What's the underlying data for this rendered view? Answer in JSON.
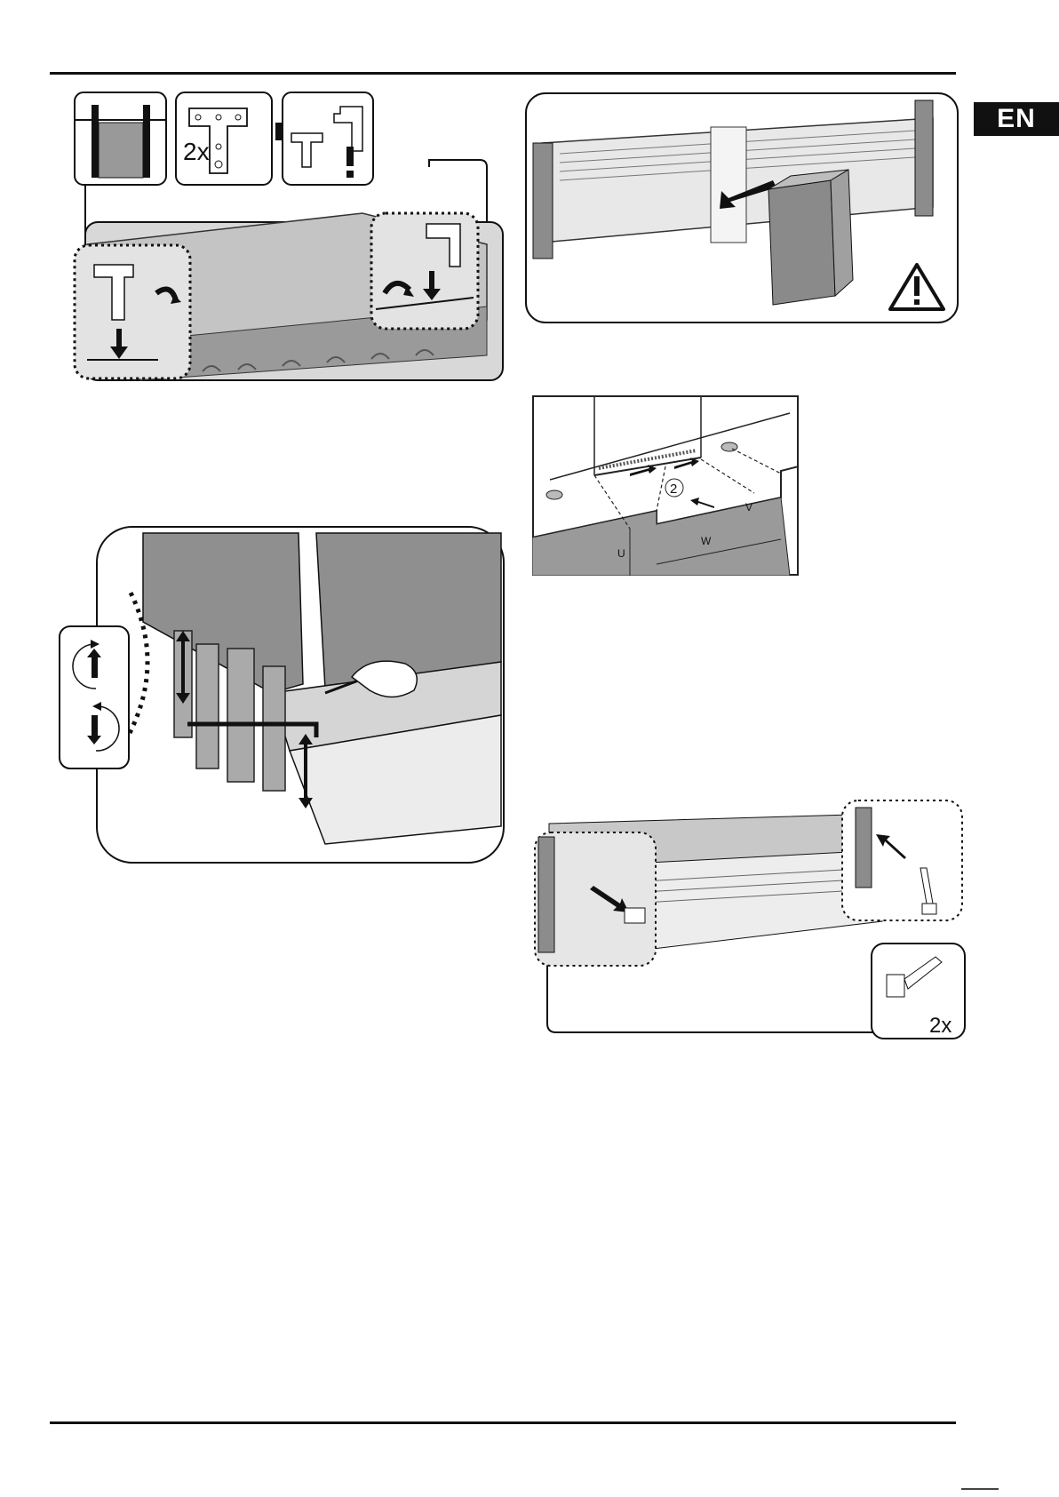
{
  "language_tab": "EN",
  "figure_top_left": {
    "count_label": "2x",
    "warning_mark": "!"
  },
  "figure_plinth": {
    "label_circle": "2",
    "dim_u": "U",
    "dim_v": "V",
    "dim_w": "W"
  },
  "figure_clips": {
    "count_label": "2x"
  },
  "colors": {
    "ink": "#111111",
    "panel_gray": "#8c8c8c",
    "light_gray": "#d4d4d4",
    "mid_gray": "#b5b5b5"
  }
}
